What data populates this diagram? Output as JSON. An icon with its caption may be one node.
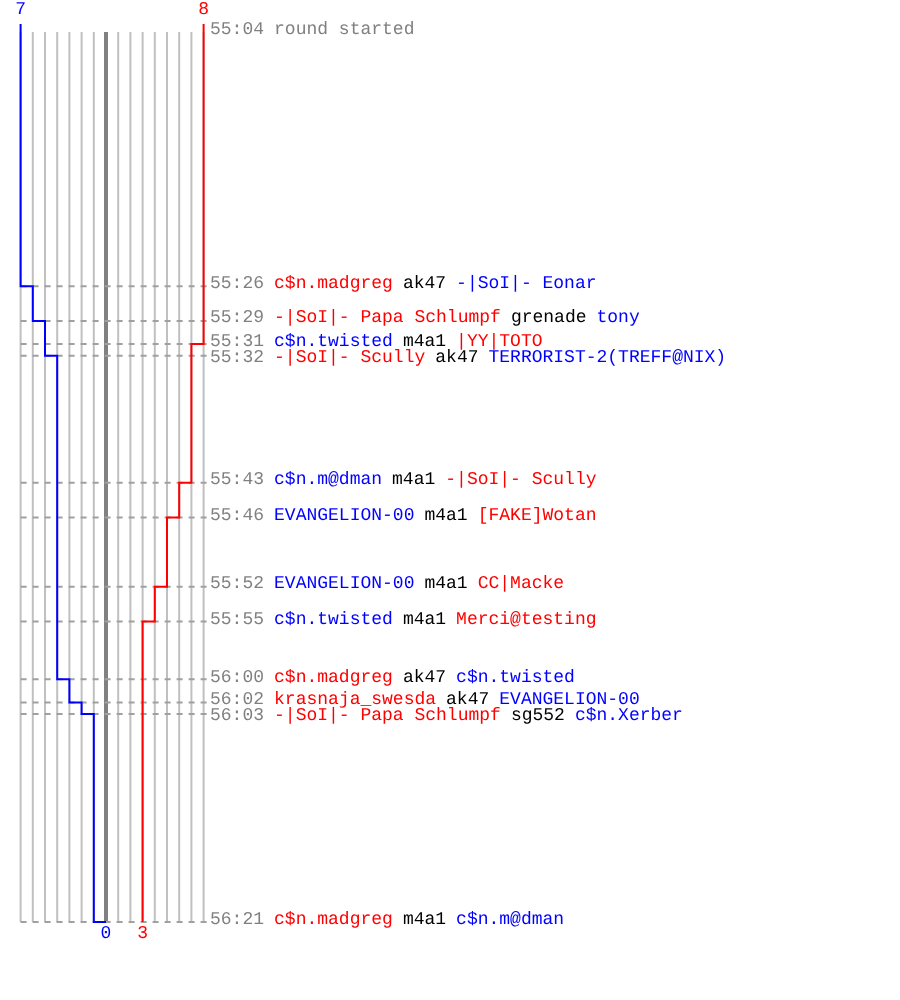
{
  "diagram": {
    "labels": [
      "7",
      "8",
      "55:04",
      "round started",
      "55:26",
      "c$n.madgreg",
      "ak47",
      "-|SoI|- Eonar",
      "55:29",
      "-|SoI|- Papa Schlumpf",
      "grenade",
      "tony",
      "55:31",
      "c$n.twisted",
      "m4a1",
      "|YY|TOTO",
      "55:32",
      "-|SoI|- Scully",
      "ak47",
      "TERRORIST-2(TREFF@NIX)",
      "55:43",
      "c$n.m@dman",
      "m4a1",
      "-|SoI|- Scully",
      "55:46",
      "EVANGELION-00",
      "m4a1",
      "[FAKE]Wotan",
      "55:52",
      "EVANGELION-00",
      "m4a1",
      "CC|Macke",
      "55:55",
      "c$n.twisted",
      "m4a1",
      "Merci@testing",
      "56:00",
      "c$n.madgreg",
      "ak47",
      "c$n.twisted",
      "56:02",
      "krasnaja_swesda",
      "ak47",
      "EVANGELION-00",
      "56:03",
      "-|SoI|- Papa Schlumpf",
      "sg552",
      "c$n.Xerber",
      "56:21",
      "c$n.madgreg",
      "m4a1",
      "c$n.m@dman",
      "0",
      "3"
    ]
  }
}
